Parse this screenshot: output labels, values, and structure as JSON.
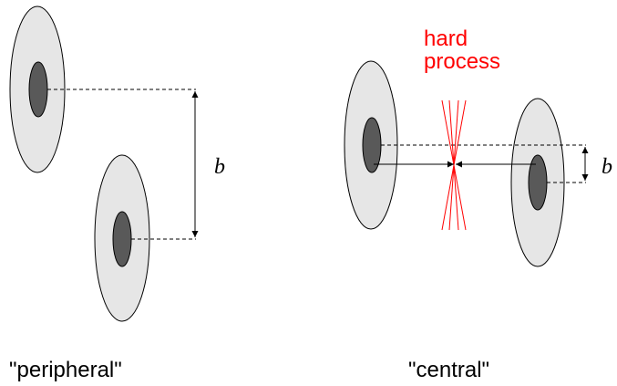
{
  "labels": {
    "peripheral": "\"peripheral\"",
    "central": "\"central\"",
    "impact_parameter_left": "b",
    "impact_parameter_right": "b",
    "hard_process_line1": "hard",
    "hard_process_line2": "process"
  },
  "colors": {
    "nucleus_outer_fill": "#e6e6e6",
    "nucleus_core_fill": "#595959",
    "outline": "#000000",
    "hard_process": "#ff0000"
  }
}
